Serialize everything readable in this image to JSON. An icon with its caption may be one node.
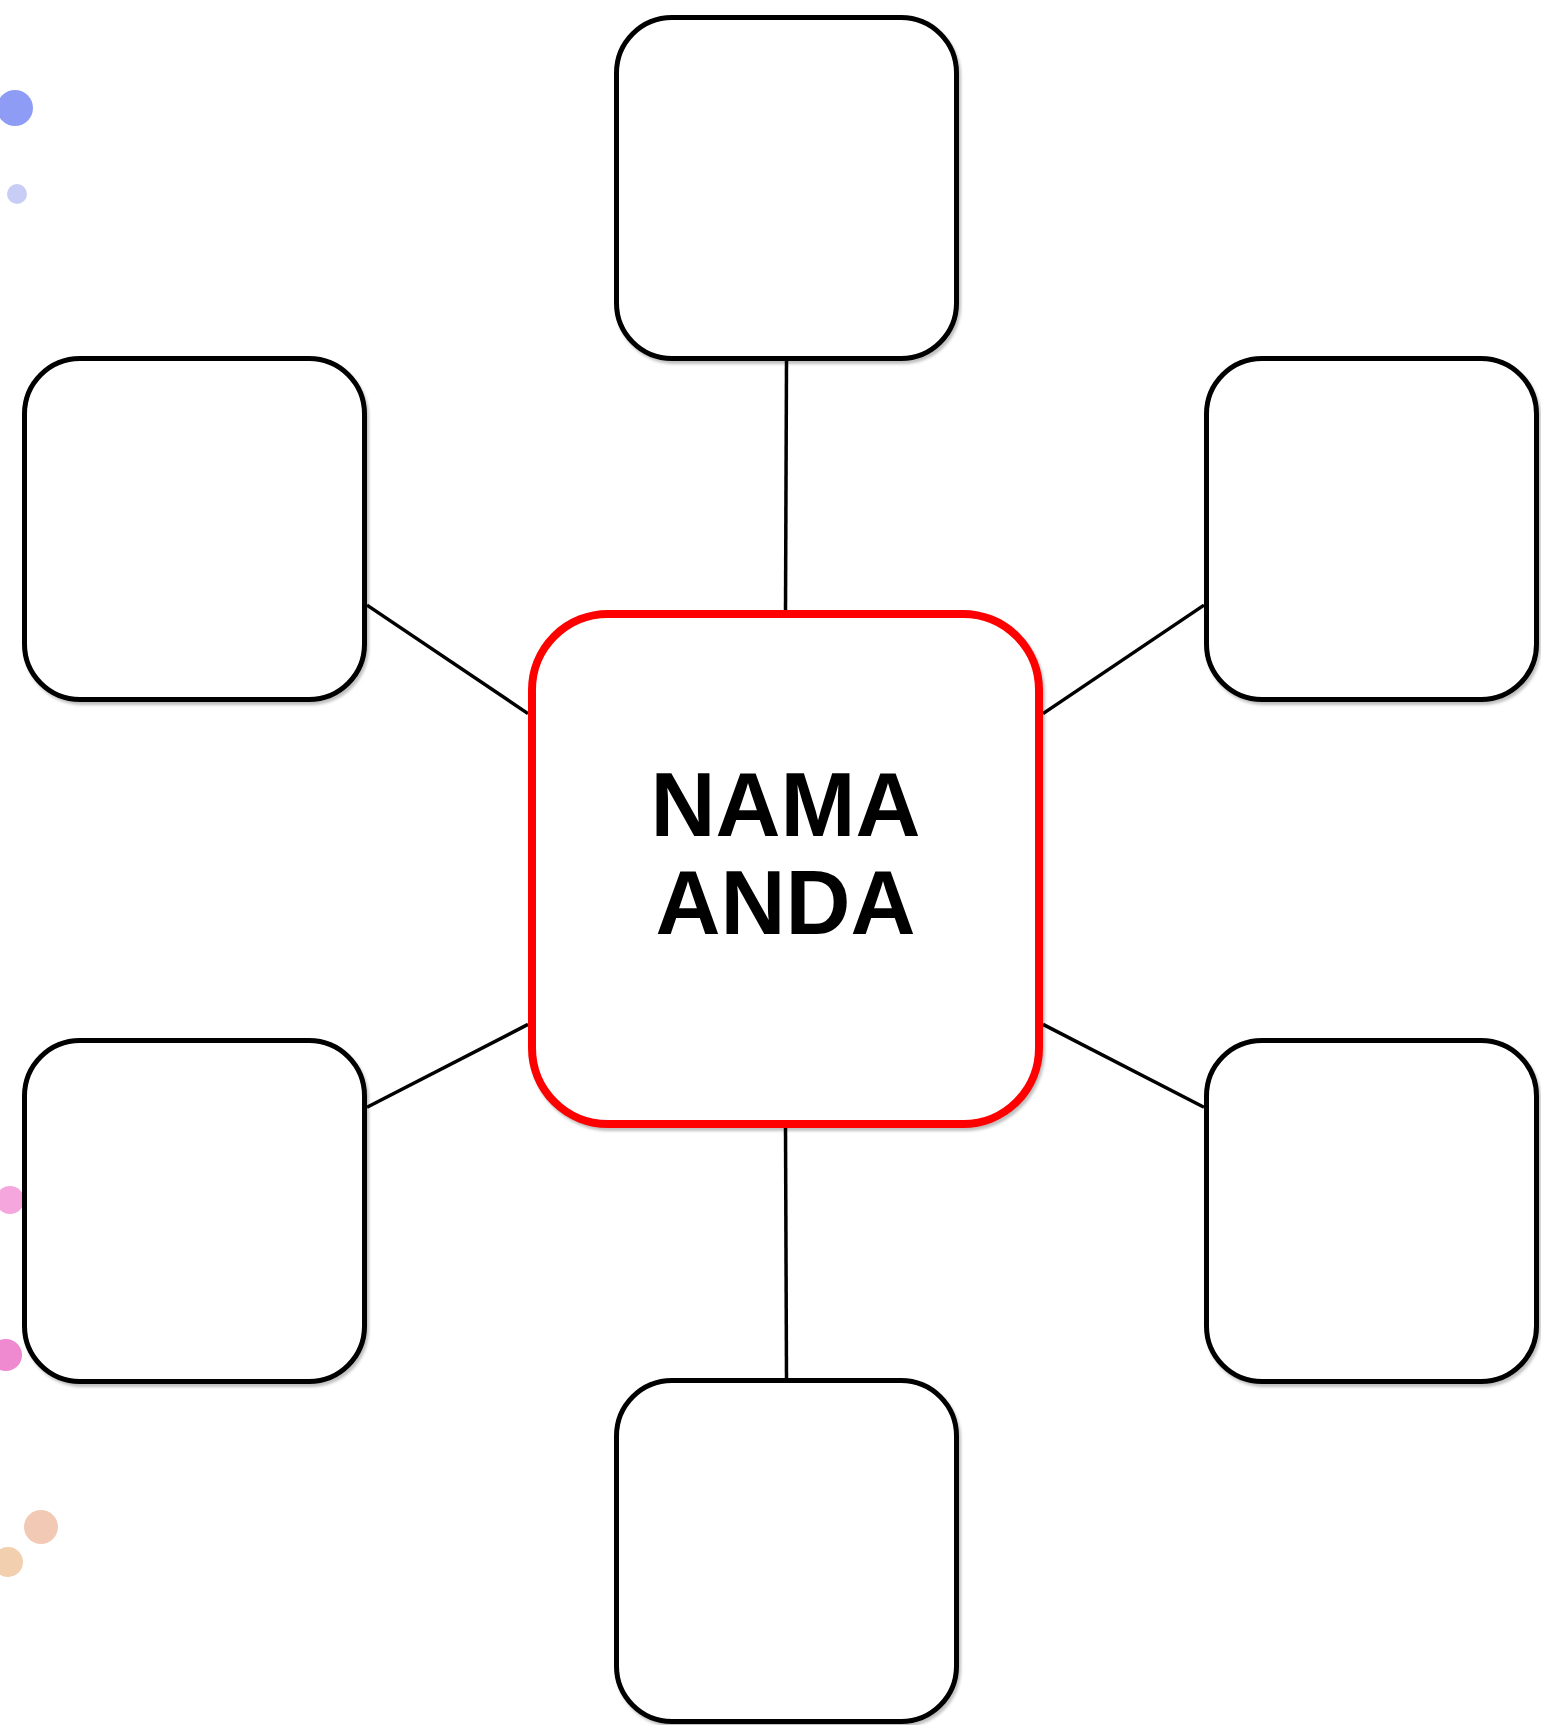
{
  "diagram": {
    "nodes": [
      {
        "text": [],
        "shape": "box"
      },
      {
        "text": [],
        "shape": "box"
      },
      {
        "text": [],
        "shape": "box"
      },
      {
        "text": [
          "NAMA ANDA"
        ]
      },
      {
        "text": [],
        "shape": "box"
      },
      {
        "text": [],
        "shape": "box"
      },
      {
        "text": [],
        "shape": "box"
      }
    ],
    "edges": [
      {
        "from": 3,
        "to": 0,
        "arrow": "none"
      },
      {
        "from": 3,
        "to": 1,
        "arrow": "none"
      },
      {
        "from": 3,
        "to": 2,
        "arrow": "none"
      },
      {
        "from": 3,
        "to": 4,
        "arrow": "none"
      },
      {
        "from": 3,
        "to": 5,
        "arrow": "none"
      },
      {
        "from": 3,
        "to": 6,
        "arrow": "none"
      }
    ]
  }
}
